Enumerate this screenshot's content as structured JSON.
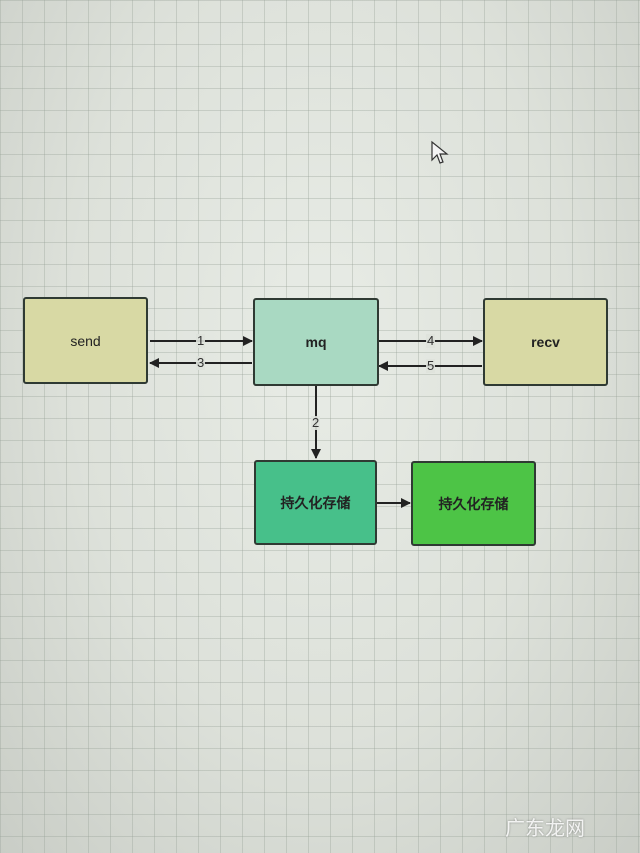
{
  "nodes": {
    "send": {
      "label": "send",
      "color": "#d8d9a4"
    },
    "mq": {
      "label": "mq",
      "color": "#a9d9c2"
    },
    "recv": {
      "label": "recv",
      "color": "#d8d9a4"
    },
    "persist1": {
      "label": "持久化存储",
      "color": "#47c08a"
    },
    "persist2": {
      "label": "持久化存储",
      "color": "#4dc446"
    }
  },
  "edges": {
    "e1": "1",
    "e2": "2",
    "e3": "3",
    "e4": "4",
    "e5": "5"
  },
  "watermark": "广东龙网"
}
